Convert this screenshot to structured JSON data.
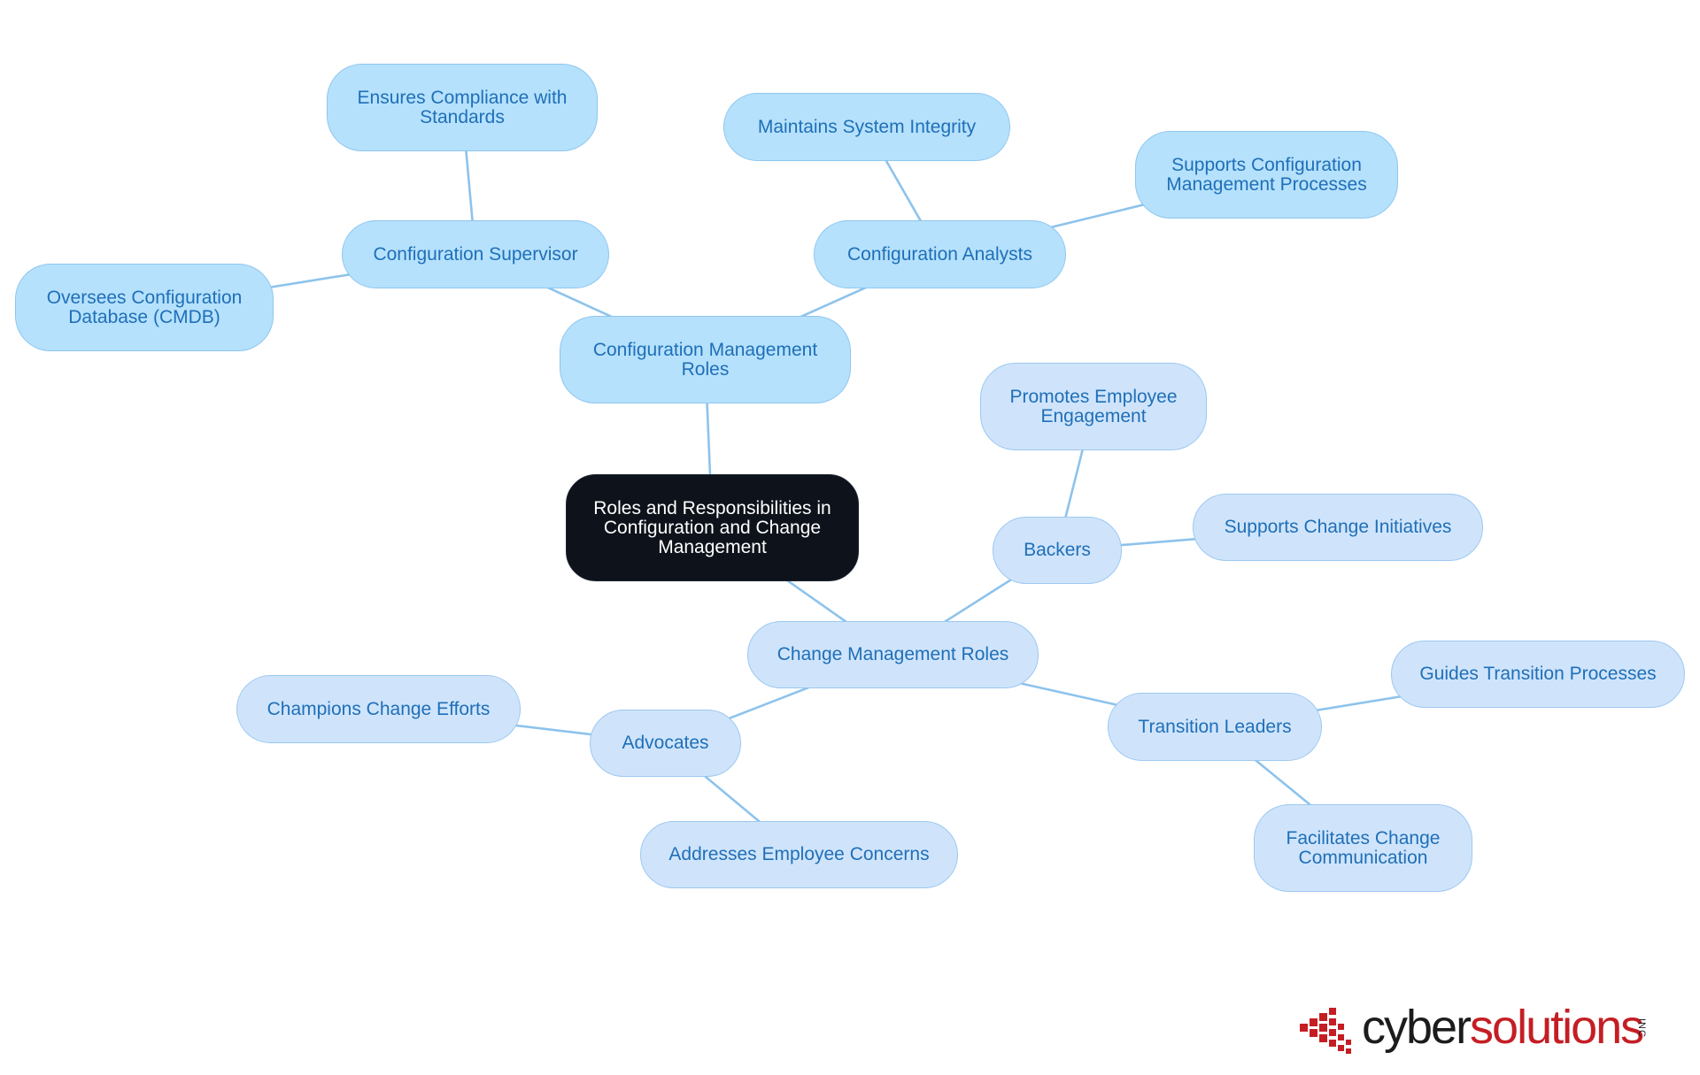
{
  "diagram": {
    "root": {
      "label_lines": [
        "Roles and Responsibilities in",
        "Configuration and Change",
        "Management"
      ]
    },
    "nodes": {
      "config_roles": {
        "label_lines": [
          "Configuration Management",
          "Roles"
        ]
      },
      "config_supervisor": {
        "label_lines": [
          "Configuration Supervisor"
        ]
      },
      "ensures_compliance": {
        "label_lines": [
          "Ensures Compliance with",
          "Standards"
        ]
      },
      "oversees_cmdb": {
        "label_lines": [
          "Oversees Configuration",
          "Database (CMDB)"
        ]
      },
      "config_analysts": {
        "label_lines": [
          "Configuration Analysts"
        ]
      },
      "maintains_integrity": {
        "label_lines": [
          "Maintains System Integrity"
        ]
      },
      "supports_config": {
        "label_lines": [
          "Supports Configuration",
          "Management Processes"
        ]
      },
      "change_roles": {
        "label_lines": [
          "Change Management Roles"
        ]
      },
      "backers": {
        "label_lines": [
          "Backers"
        ]
      },
      "promotes_engagement": {
        "label_lines": [
          "Promotes Employee",
          "Engagement"
        ]
      },
      "supports_change": {
        "label_lines": [
          "Supports Change Initiatives"
        ]
      },
      "advocates": {
        "label_lines": [
          "Advocates"
        ]
      },
      "champions": {
        "label_lines": [
          "Champions Change Efforts"
        ]
      },
      "addresses_concerns": {
        "label_lines": [
          "Addresses Employee Concerns"
        ]
      },
      "transition_leaders": {
        "label_lines": [
          "Transition Leaders"
        ]
      },
      "guides_transition": {
        "label_lines": [
          "Guides Transition Processes"
        ]
      },
      "facilitates_comm": {
        "label_lines": [
          "Facilitates Change",
          "Communication"
        ]
      }
    },
    "edges": [
      [
        "root",
        "config_roles"
      ],
      [
        "root",
        "change_roles"
      ],
      [
        "config_roles",
        "config_supervisor"
      ],
      [
        "config_roles",
        "config_analysts"
      ],
      [
        "config_supervisor",
        "ensures_compliance"
      ],
      [
        "config_supervisor",
        "oversees_cmdb"
      ],
      [
        "config_analysts",
        "maintains_integrity"
      ],
      [
        "config_analysts",
        "supports_config"
      ],
      [
        "change_roles",
        "backers"
      ],
      [
        "change_roles",
        "advocates"
      ],
      [
        "change_roles",
        "transition_leaders"
      ],
      [
        "backers",
        "promotes_engagement"
      ],
      [
        "backers",
        "supports_change"
      ],
      [
        "advocates",
        "champions"
      ],
      [
        "advocates",
        "addresses_concerns"
      ],
      [
        "transition_leaders",
        "guides_transition"
      ],
      [
        "transition_leaders",
        "facilitates_comm"
      ]
    ],
    "colors": {
      "root_fill": "#0e131b",
      "config_fill": "#b5e1fc",
      "change_fill": "#cfe4fb",
      "text": "#1f6fb8",
      "edge": "#8dc3ec"
    }
  },
  "logo": {
    "word_dark": "cyber",
    "word_red": "solutions",
    "suffix": "INC",
    "icon": "cybersolutions-pixel-mark-icon"
  }
}
